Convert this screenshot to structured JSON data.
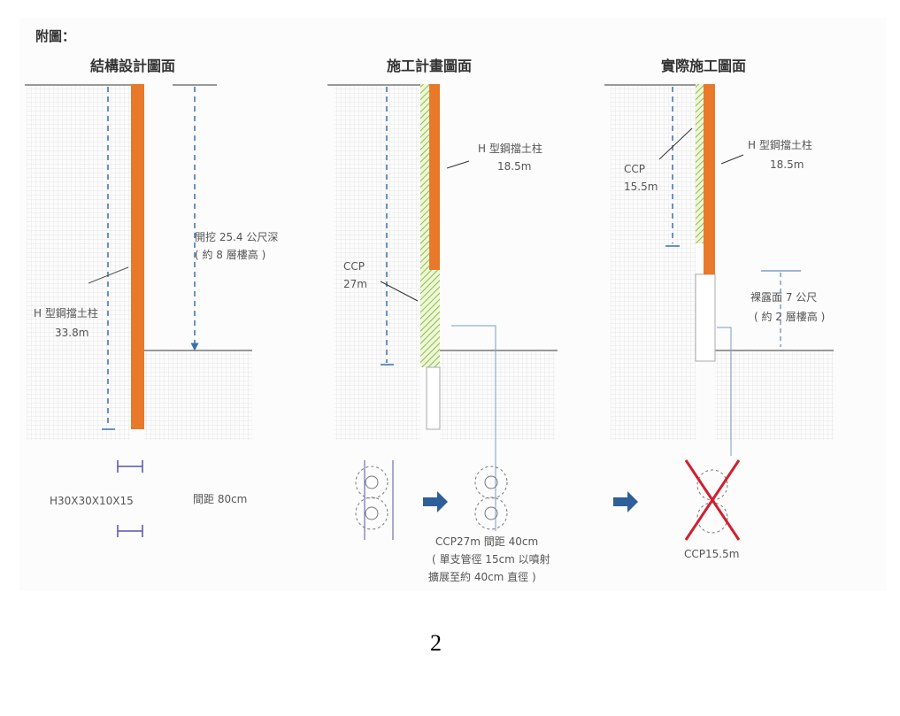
{
  "figure_label": "附圖：",
  "panels": [
    {
      "title": "結構設計圖面",
      "column_label": "H 型鋼擋土柱",
      "column_length": "33.8m",
      "excavation_line1": "開挖 25.4 公尺深",
      "excavation_line2": "( 約 8 層樓高 )",
      "section_label": "H30X30X10X15",
      "spacing": "間距 80cm"
    },
    {
      "title": "施工計畫圖面",
      "column_label": "H 型鋼擋土柱",
      "column_length": "18.5m",
      "ccp_label": "CCP",
      "ccp_length": "27m",
      "note_line1": "CCP27m 間距 40cm",
      "note_line2": "( 單支管徑 15cm 以噴射",
      "note_line3": "擴展至約 40cm 直徑 )"
    },
    {
      "title": "實際施工圖面",
      "column_label": "H 型鋼擋土柱",
      "column_length": "18.5m",
      "ccp_label": "CCP",
      "ccp_length": "15.5m",
      "exposed_line1": "裸露面 7 公尺",
      "exposed_line2": "( 約 2 層樓高 )",
      "note": "CCP15.5m"
    }
  ],
  "page_number": "2",
  "colors": {
    "steel": "#e8782a",
    "ccp": "#8fbf3a",
    "dim": "#3a6fb0",
    "arrow": "#2f5f98",
    "cross": "#d02030"
  }
}
